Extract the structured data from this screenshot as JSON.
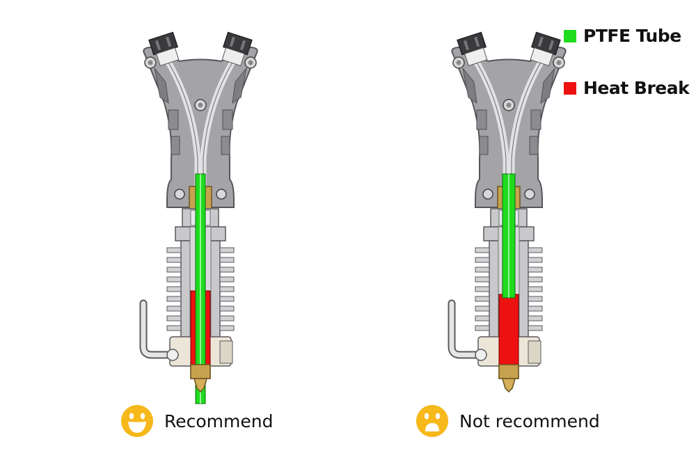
{
  "legend": {
    "items": [
      {
        "label": "PTFE Tube",
        "color": "#1fdc1f",
        "icon": "green-square-icon"
      },
      {
        "label": "Heat Break",
        "color": "#ee1111",
        "icon": "red-square-icon"
      }
    ]
  },
  "panels": [
    {
      "caption": "Recommend",
      "face": "happy-face-icon",
      "ptfe_reaches_nozzle": true
    },
    {
      "caption": "Not recommend",
      "face": "sad-face-icon",
      "ptfe_reaches_nozzle": false
    }
  ],
  "colors": {
    "body_gray": "#c9c9cc",
    "shell_gray": "#9a9a9e",
    "dark_gray": "#5a5a5e",
    "brass": "#c7a24e",
    "cream": "#ece6d8",
    "face_yellow": "#f6b81a",
    "ptfe": "#1fdc1f",
    "heatbreak": "#ee1111"
  }
}
